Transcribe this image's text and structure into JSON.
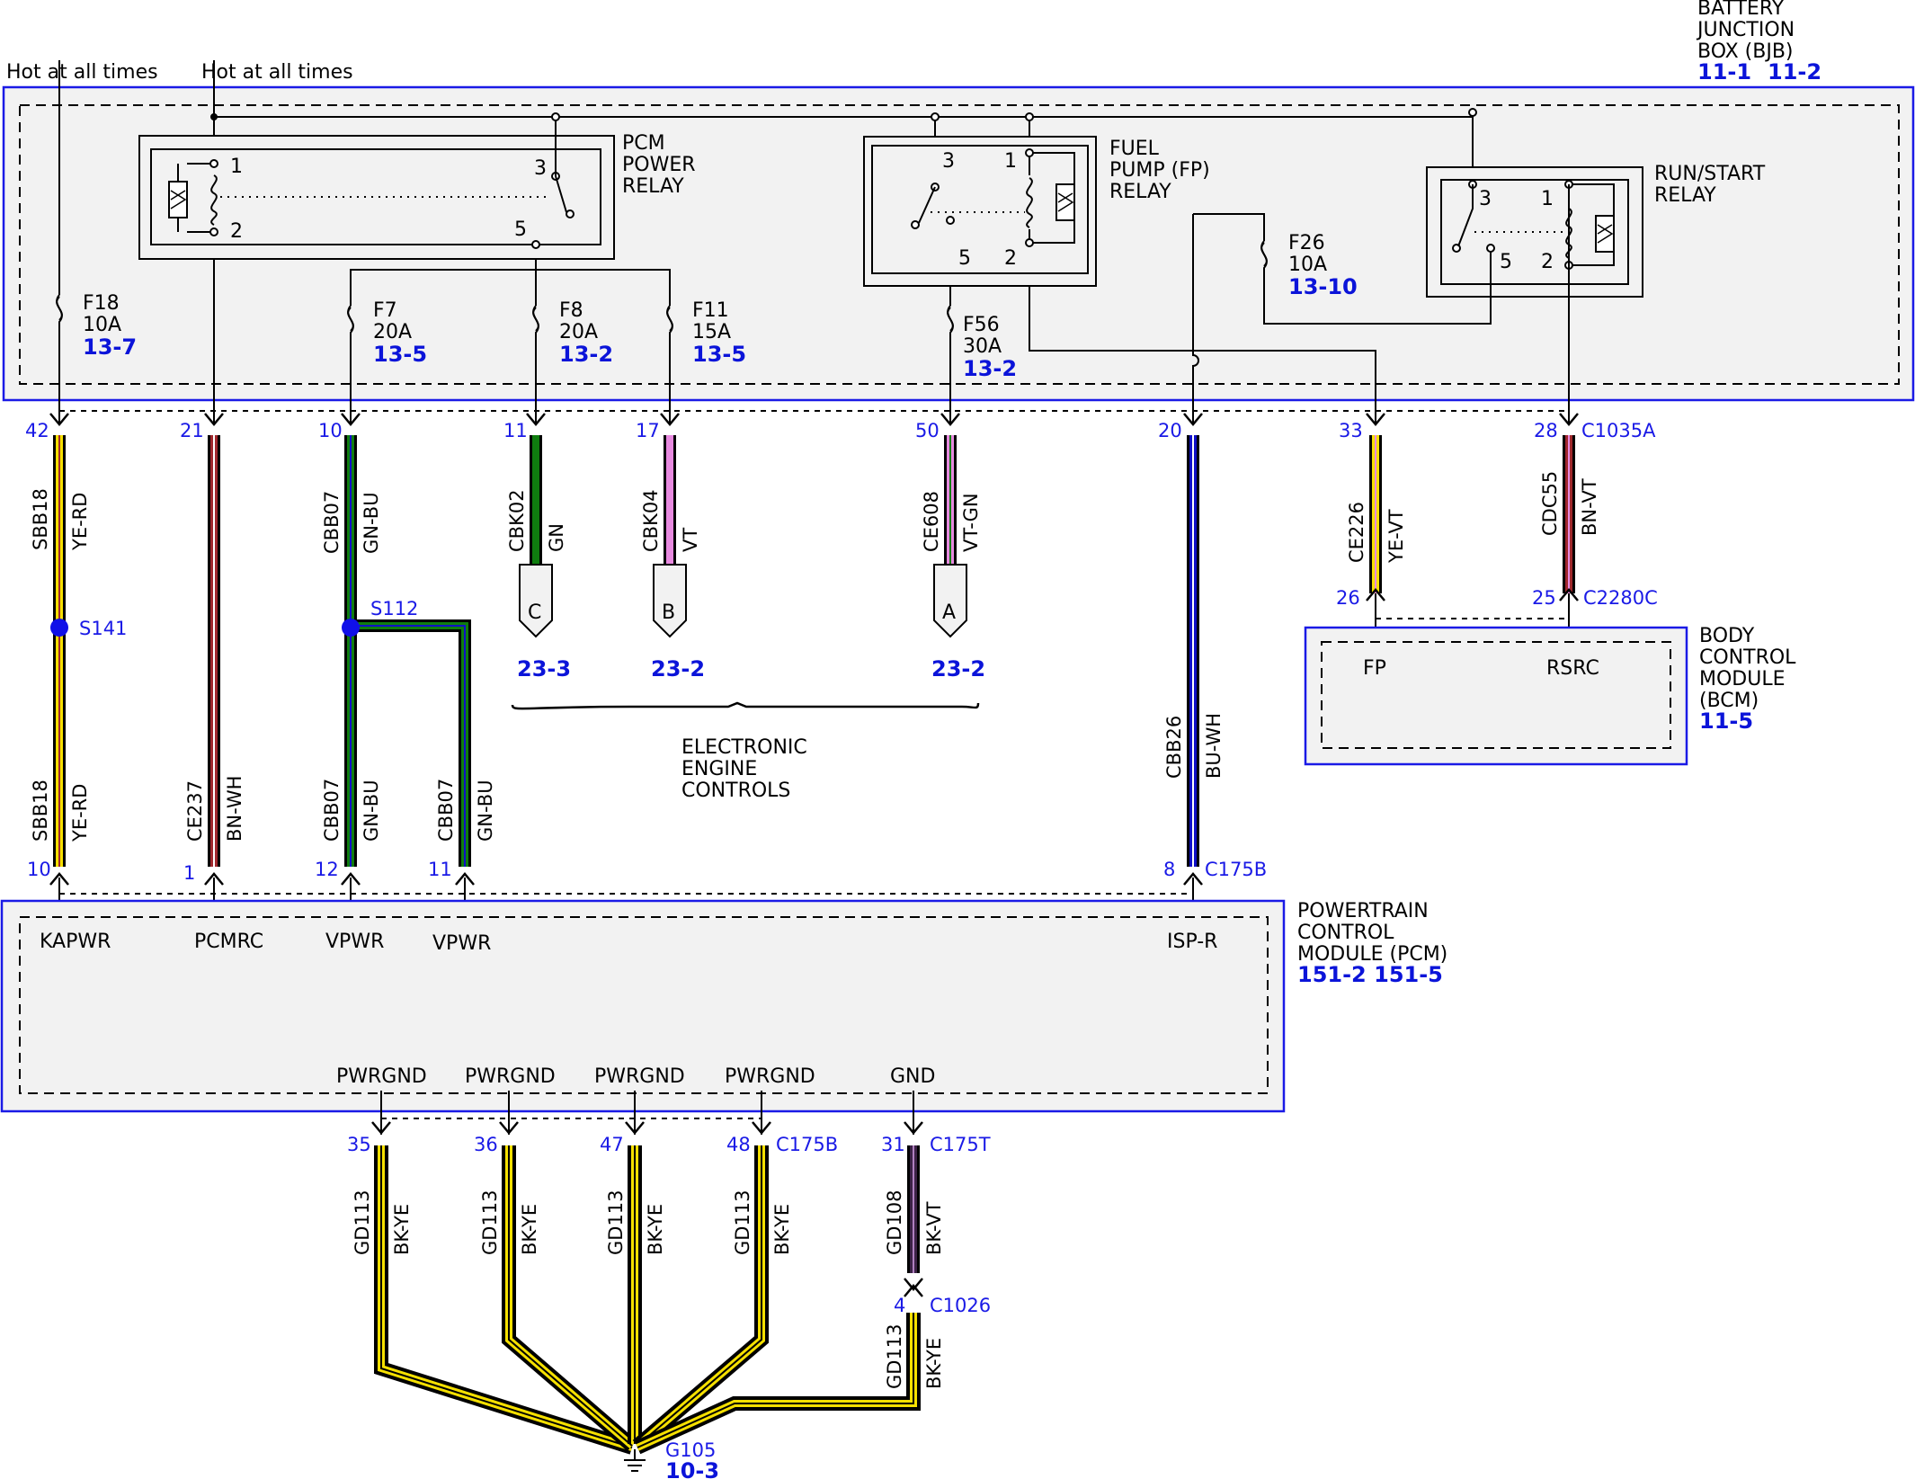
{
  "bjb": {
    "title": [
      "BATTERY",
      "JUNCTION",
      "BOX (BJB)"
    ],
    "refs": [
      "11-1",
      "11-2"
    ]
  },
  "hot": [
    "Hot at all times",
    "Hot at all times"
  ],
  "relays": {
    "pcm": {
      "name": [
        "PCM",
        "POWER",
        "RELAY"
      ],
      "pins": [
        "1",
        "2",
        "3",
        "5"
      ]
    },
    "fp": {
      "name": [
        "FUEL",
        "PUMP (FP)",
        "RELAY"
      ],
      "pins": [
        "3",
        "1",
        "5",
        "2"
      ]
    },
    "rs": {
      "name": [
        "RUN/START",
        "RELAY"
      ],
      "pins": [
        "3",
        "1",
        "5",
        "2"
      ]
    }
  },
  "fuses": [
    {
      "id": "F18",
      "rating": "10A",
      "ref": "13-7"
    },
    {
      "id": "F7",
      "rating": "20A",
      "ref": "13-5"
    },
    {
      "id": "F8",
      "rating": "20A",
      "ref": "13-2"
    },
    {
      "id": "F11",
      "rating": "15A",
      "ref": "13-5"
    },
    {
      "id": "F56",
      "rating": "30A",
      "ref": "13-2"
    },
    {
      "id": "F26",
      "rating": "10A",
      "ref": "13-10"
    }
  ],
  "bjb_pins": [
    "42",
    "21",
    "10",
    "11",
    "17",
    "50",
    "20",
    "33",
    "28"
  ],
  "bjb_pin_connector": "C1035A",
  "wires": {
    "sbb18_top": {
      "circuit": "SBB18",
      "color": "YE-RD"
    },
    "ce237": {
      "circuit": "CE237",
      "color": "BN-WH"
    },
    "cbb07_top": {
      "circuit": "CBB07",
      "color": "GN-BU"
    },
    "cbk02": {
      "circuit": "CBK02",
      "color": "GN"
    },
    "cbk04": {
      "circuit": "CBK04",
      "color": "VT"
    },
    "ce608": {
      "circuit": "CE608",
      "color": "VT-GN"
    },
    "cbb26": {
      "circuit": "CBB26",
      "color": "BU-WH"
    },
    "ce226": {
      "circuit": "CE226",
      "color": "YE-VT"
    },
    "cdc55": {
      "circuit": "CDC55",
      "color": "BN-VT"
    },
    "sbb18_bot": {
      "circuit": "SBB18",
      "color": "YE-RD"
    },
    "cbb07_a": {
      "circuit": "CBB07",
      "color": "GN-BU"
    },
    "cbb07_b": {
      "circuit": "CBB07",
      "color": "GN-BU"
    },
    "gd113_1": {
      "circuit": "GD113",
      "color": "BK-YE"
    },
    "gd113_2": {
      "circuit": "GD113",
      "color": "BK-YE"
    },
    "gd113_3": {
      "circuit": "GD113",
      "color": "BK-YE"
    },
    "gd113_4": {
      "circuit": "GD113",
      "color": "BK-YE"
    },
    "gd108": {
      "circuit": "GD108",
      "color": "BK-VT"
    },
    "gd113_5": {
      "circuit": "GD113",
      "color": "BK-YE"
    }
  },
  "splices": {
    "s141": "S141",
    "s112": "S112"
  },
  "eec": {
    "connectors": [
      {
        "letter": "C",
        "ref": "23-3"
      },
      {
        "letter": "B",
        "ref": "23-2"
      },
      {
        "letter": "A",
        "ref": "23-2"
      }
    ],
    "label": [
      "ELECTRONIC",
      "ENGINE",
      "CONTROLS"
    ]
  },
  "bcm": {
    "title": [
      "BODY",
      "CONTROL",
      "MODULE",
      "(BCM)"
    ],
    "ref": "11-5",
    "pins": [
      "26",
      "25"
    ],
    "connector": "C2280C",
    "signals": [
      "FP",
      "RSRC"
    ]
  },
  "pcm": {
    "title": [
      "POWERTRAIN",
      "CONTROL",
      "MODULE (PCM)"
    ],
    "refs": "151-2 151-5",
    "top_pins": [
      "10",
      "1",
      "12",
      "11",
      "8"
    ],
    "top_connector": "C175B",
    "top_signals": [
      "KAPWR",
      "PCMRC",
      "VPWR",
      "VPWR",
      "ISP-R"
    ],
    "bottom_signals": [
      "PWRGND",
      "PWRGND",
      "PWRGND",
      "PWRGND",
      "GND"
    ],
    "bottom_pins": [
      "35",
      "36",
      "47",
      "48",
      "31"
    ],
    "bottom_connectors": [
      "C175B",
      "C175T"
    ]
  },
  "c1026": {
    "pin": "4",
    "connector": "C1026"
  },
  "ground": {
    "id": "G105",
    "ref": "10-3"
  },
  "colors": {
    "box_border": "#1a1ae6",
    "box_fill": "#f2f2f2",
    "label_blue": "#1a1ae6",
    "yellow": "#f5e000",
    "red": "#a0282d",
    "green": "#0f7d0f",
    "violet": "#e88ae0",
    "blue": "#1010c8",
    "black": "#111111"
  }
}
